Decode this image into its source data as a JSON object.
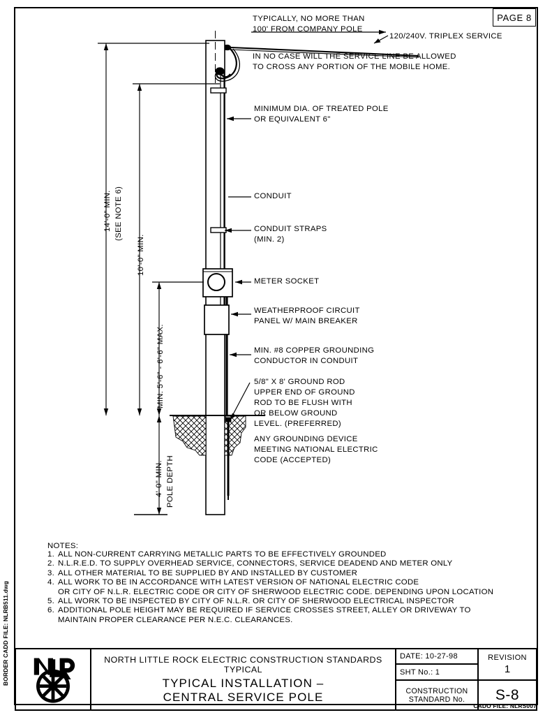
{
  "page": {
    "page_label": "PAGE 8",
    "border_cadd_file": "BORDER CADD FILE: NLRB511.dwg",
    "cado_file": "CADO FILE: NLRS007"
  },
  "callouts": {
    "service_span_line1": "TYPICALLY, NO MORE THAN",
    "service_span_line2": "100' FROM COMPANY POLE",
    "triplex": "120/240V. TRIPLEX SERVICE",
    "warning_line1": "IN NO CASE WILL THE SERVICE LINE BE ALLOWED",
    "warning_line2": "TO CROSS ANY PORTION OF THE MOBILE HOME.",
    "pole_dia_line1": "MINIMUM DIA. OF TREATED POLE",
    "pole_dia_line2": "OR EQUIVALENT 6\"",
    "conduit": "CONDUIT",
    "straps_line1": "CONDUIT STRAPS",
    "straps_line2": "(MIN. 2)",
    "meter_socket": "METER SOCKET",
    "panel_line1": "WEATHERPROOF CIRCUIT",
    "panel_line2": "PANEL W/ MAIN BREAKER",
    "grounding_cond_line1": "MIN. #8 COPPER GROUNDING",
    "grounding_cond_line2": "CONDUCTOR IN CONDUIT",
    "ground_rod_line1": "5/8\" X 8' GROUND ROD",
    "ground_rod_line2": "UPPER END OF GROUND",
    "ground_rod_line3": "ROD TO BE FLUSH WITH",
    "ground_rod_line4": "OR BELOW GROUND",
    "ground_rod_line5": "LEVEL. (PREFERRED)",
    "ground_dev_line1": "ANY GROUNDING DEVICE",
    "ground_dev_line2": "MEETING NATIONAL ELECTRIC",
    "ground_dev_line3": "CODE (ACCEPTED)"
  },
  "dimensions": {
    "overall_height_line1": "14'-0\" MIN.",
    "overall_height_line2": "(SEE NOTE 6)",
    "service_height": "10'-0\" MIN.",
    "meter_height": "MIN. 5'-6\" - 6'-6\" MAX.",
    "pole_depth_line1": "4'-0\" MIN.",
    "pole_depth_line2": "POLE DEPTH"
  },
  "notes": {
    "heading": "NOTES:",
    "items": [
      {
        "num": "1.",
        "text": "ALL NON-CURRENT CARRYING METALLIC PARTS TO BE EFFECTIVELY GROUNDED",
        "cont": ""
      },
      {
        "num": "2.",
        "text": "N.L.R.E.D. TO SUPPLY OVERHEAD SERVICE, CONNECTORS, SERVICE DEADEND AND METER ONLY",
        "cont": ""
      },
      {
        "num": "3.",
        "text": "ALL OTHER MATERIAL TO BE SUPPLIED BY AND INSTALLED BY CUSTOMER",
        "cont": ""
      },
      {
        "num": "4.",
        "text": "ALL WORK TO BE IN ACCORDANCE WITH LATEST VERSION OF NATIONAL ELECTRIC CODE",
        "cont": "OR CITY OF N.L.R. ELECTRIC CODE OR CITY OF SHERWOOD ELECTRIC CODE. DEPENDING UPON LOCATION"
      },
      {
        "num": "5.",
        "text": "ALL WORK TO BE INSPECTED BY CITY OF N.L.R. OR CITY OF SHERWOOD ELECTRICAL INSPECTOR",
        "cont": ""
      },
      {
        "num": "6.",
        "text": "ADDITIONAL POLE HEIGHT MAY BE REQUIRED IF SERVICE CROSSES STREET, ALLEY OR DRIVEWAY TO",
        "cont": "MAINTAIN PROPER CLEARANCE PER N.E.C. CLEARANCES."
      }
    ]
  },
  "title_block": {
    "org_line": "NORTH LITTLE ROCK ELECTRIC CONSTRUCTION STANDARDS",
    "typical": "TYPICAL",
    "title_line1": "TYPICAL INSTALLATION –",
    "title_line2": "CENTRAL SERVICE POLE",
    "date_label": "DATE: 10-27-98",
    "sht_label": "SHT No.:    1",
    "revision_label": "REVISION",
    "revision_value": "1",
    "std_label_line1": "CONSTRUCTION",
    "std_label_line2": "STANDARD No.",
    "std_value": "S-8",
    "logo_name": "nlr-wheel-logo"
  },
  "colors": {
    "ink": "#000000",
    "paper": "#ffffff"
  }
}
